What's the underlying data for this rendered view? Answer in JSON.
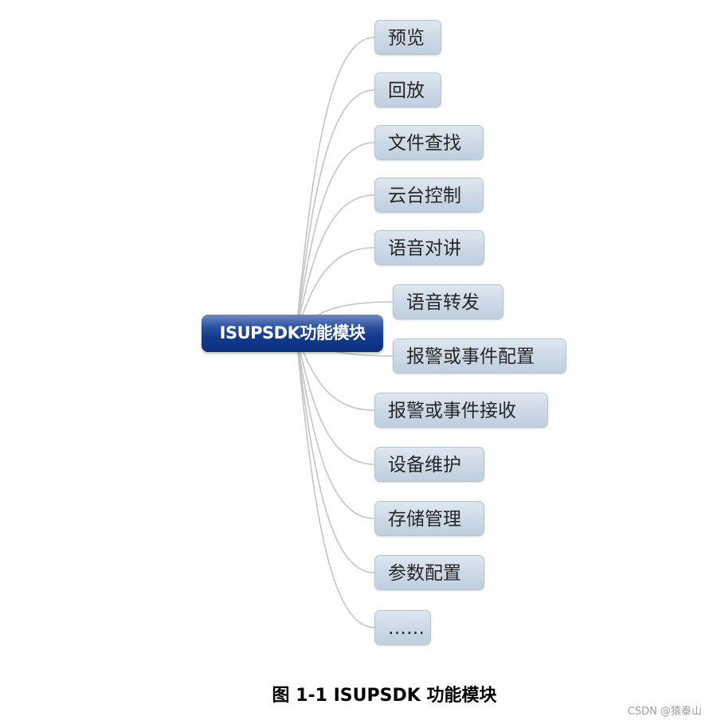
{
  "diagram": {
    "root": {
      "label": "ISUPSDK功能模块"
    },
    "children": [
      {
        "label": "预览"
      },
      {
        "label": "回放"
      },
      {
        "label": "文件查找"
      },
      {
        "label": "云台控制"
      },
      {
        "label": "语音对讲"
      },
      {
        "label": "语音转发"
      },
      {
        "label": "报警或事件配置"
      },
      {
        "label": "报警或事件接收"
      },
      {
        "label": "设备维护"
      },
      {
        "label": "存储管理"
      },
      {
        "label": "参数配置"
      },
      {
        "label": "……"
      }
    ]
  },
  "caption": "图 1-1 ISUPSDK 功能模块",
  "watermark": "CSDN @猿泰山",
  "colors": {
    "root_fill": "#133a8d",
    "child_fill": "#cfdbe7",
    "connector": "#c4c4c4"
  }
}
